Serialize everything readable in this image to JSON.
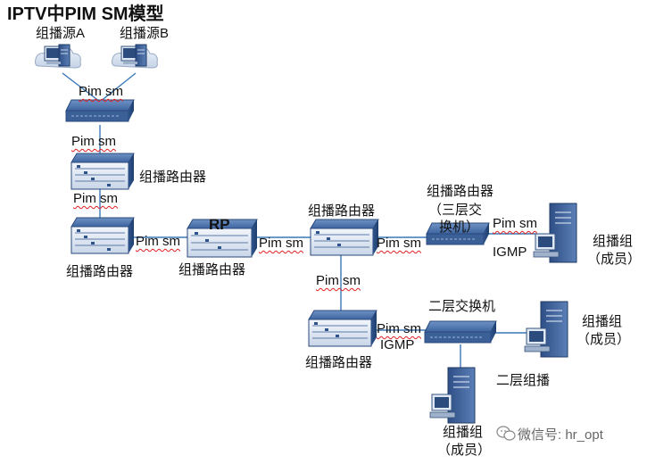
{
  "title": "IPTV中PIM SM模型",
  "sources": {
    "a": "组播源A",
    "b": "组播源B"
  },
  "protocol": {
    "pim": "Pim sm",
    "igmp": "IGMP"
  },
  "routers": {
    "top": "组播路由器",
    "left": "组播路由器",
    "rp_name": "RP",
    "rp": "组播路由器",
    "center": "组播路由器",
    "bottom": "组播路由器"
  },
  "l3switch": {
    "line1": "组播路由器",
    "line2": "（三层交",
    "line3": "换机）"
  },
  "l2switch": {
    "label": "二层交换机",
    "multicast": "二层组播"
  },
  "members": {
    "m1": {
      "line1": "组播组",
      "line2": "（成员）"
    },
    "m2": {
      "line1": "组播组",
      "line2": "（成员）"
    },
    "m3": {
      "line1": "组播组",
      "line2": "（成员）"
    }
  },
  "watermark": "微信号: hr_opt"
}
